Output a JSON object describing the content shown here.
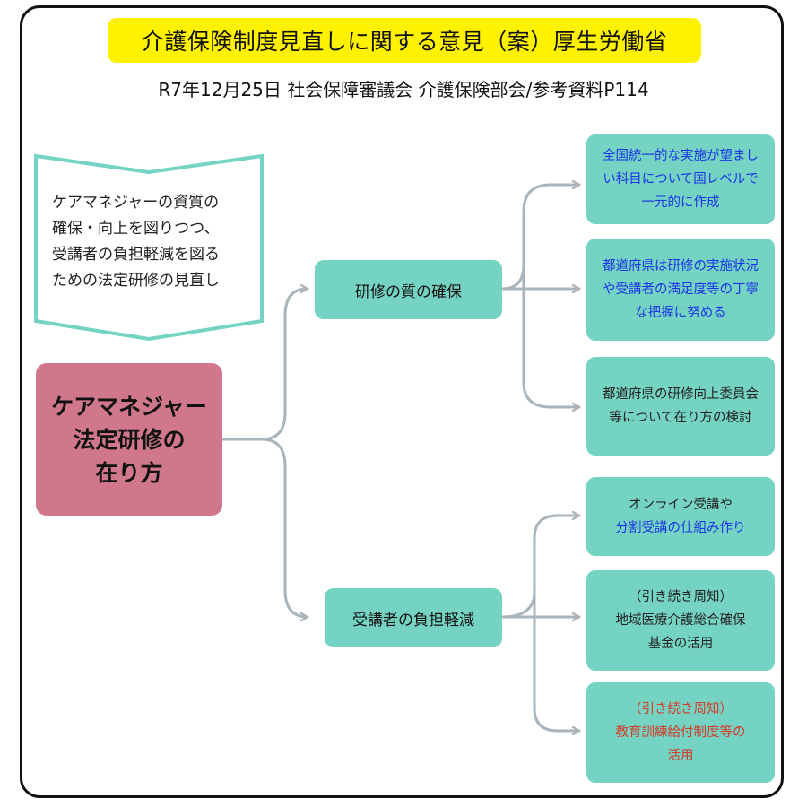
{
  "header": {
    "title": "介護保険制度見直しに関する意見（案）厚生労働省",
    "subtitle": "R7年12月25日 社会保障審議会 介護保険部会/参考資料P114"
  },
  "banner": {
    "lines": [
      "ケアマネジャーの資質の",
      "確保・向上を図りつつ、",
      "受講者の負担軽減を図る",
      "ための法定研修の見直し"
    ]
  },
  "main_box": {
    "lines": [
      "ケアマネジャー",
      "法定研修の",
      "在り方"
    ]
  },
  "branches": [
    {
      "label": "研修の質の確保",
      "leaves": [
        {
          "lines": [
            "全国統一的な実施が望まし",
            "い科目について国レベルで",
            "一元的に作成"
          ],
          "colors": [
            "blue",
            "blue",
            "blue"
          ]
        },
        {
          "lines": [
            "都道府県は研修の実施状況",
            "や受講者の満足度等の丁寧",
            "な把握に努める"
          ],
          "colors": [
            "blue",
            "blue",
            "blue"
          ]
        },
        {
          "lines": [
            "都道府県の研修向上委員会",
            "等について在り方の検討"
          ],
          "colors": [
            "black",
            "black"
          ]
        }
      ]
    },
    {
      "label": "受講者の負担軽減",
      "leaves": [
        {
          "lines": [
            "オンライン受講や",
            "分割受講の仕組み作り"
          ],
          "colors": [
            "black",
            "blue"
          ]
        },
        {
          "lines": [
            "（引き続き周知）",
            "地域医療介護総合確保",
            "基金の活用"
          ],
          "colors": [
            "black",
            "black",
            "black"
          ]
        },
        {
          "lines": [
            "（引き続き周知）",
            "教育訓練給付制度等の",
            "活用"
          ],
          "colors": [
            "red",
            "red",
            "red"
          ]
        }
      ]
    }
  ],
  "colors": {
    "main_box": "#d0778c",
    "node": "#74d3c2",
    "banner_border": "#74d3c2",
    "connector": "#a9b4bb",
    "title_highlight": "#fff200",
    "blue_text": "#1a35e6",
    "red_text": "#d63a2a"
  }
}
